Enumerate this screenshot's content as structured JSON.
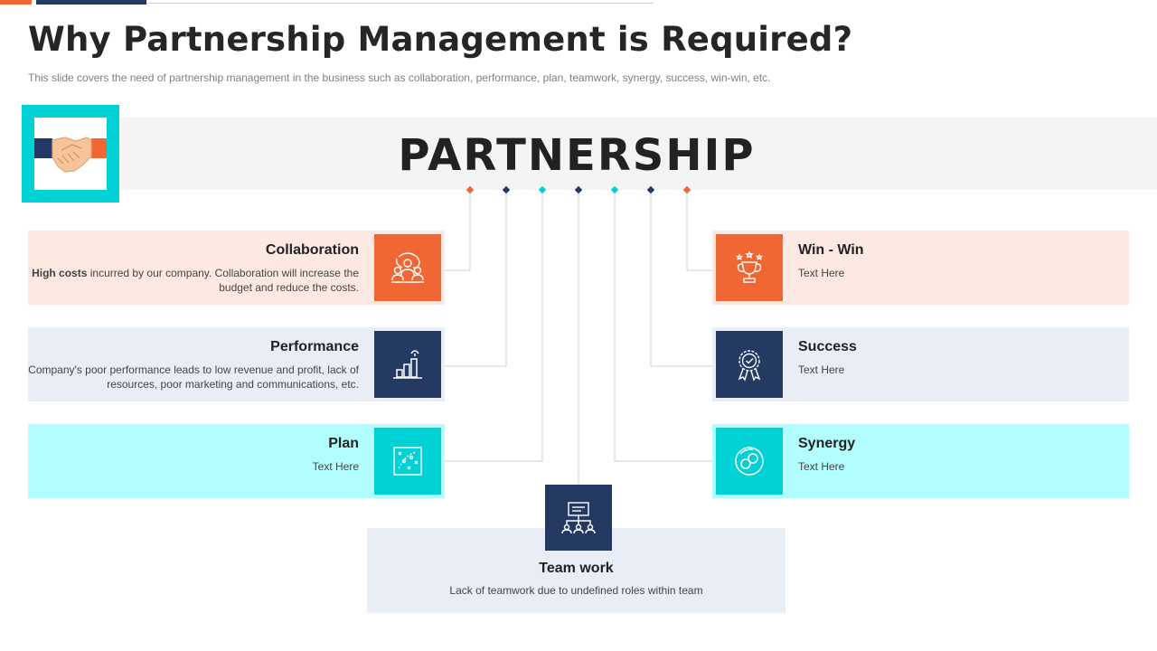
{
  "header": {
    "title": "Why Partnership Management is Required?",
    "subtitle": "This slide covers the need of partnership management in the business such as collaboration, performance, plan, teamwork, synergy, success, win-win, etc."
  },
  "banner": {
    "label": "PARTNERSHIP",
    "icon": "handshake-icon"
  },
  "colors": {
    "orange": "#f16733",
    "navy": "#243a63",
    "cyan": "#00d1d4"
  },
  "cards": {
    "collaboration": {
      "title": "Collaboration",
      "desc_bold": "High costs",
      "desc": " incurred by our company. Collaboration will increase the budget and reduce the costs.",
      "icon": "team-discussion-icon"
    },
    "performance": {
      "title": "Performance",
      "desc": "Company's poor performance leads to low revenue and profit, lack of resources, poor marketing and communications, etc.",
      "icon": "growth-chart-icon"
    },
    "plan": {
      "title": "Plan",
      "desc": "Text Here",
      "icon": "strategy-board-icon"
    },
    "winwin": {
      "title": "Win - Win",
      "desc": "Text Here",
      "icon": "trophy-icon"
    },
    "success": {
      "title": "Success",
      "desc": "Text Here",
      "icon": "award-badge-icon"
    },
    "synergy": {
      "title": "Synergy",
      "desc": "Text Here",
      "icon": "synergy-icon"
    },
    "teamwork": {
      "title": "Team work",
      "desc": "Lack of teamwork due to undefined roles within team",
      "icon": "org-chart-icon"
    }
  }
}
